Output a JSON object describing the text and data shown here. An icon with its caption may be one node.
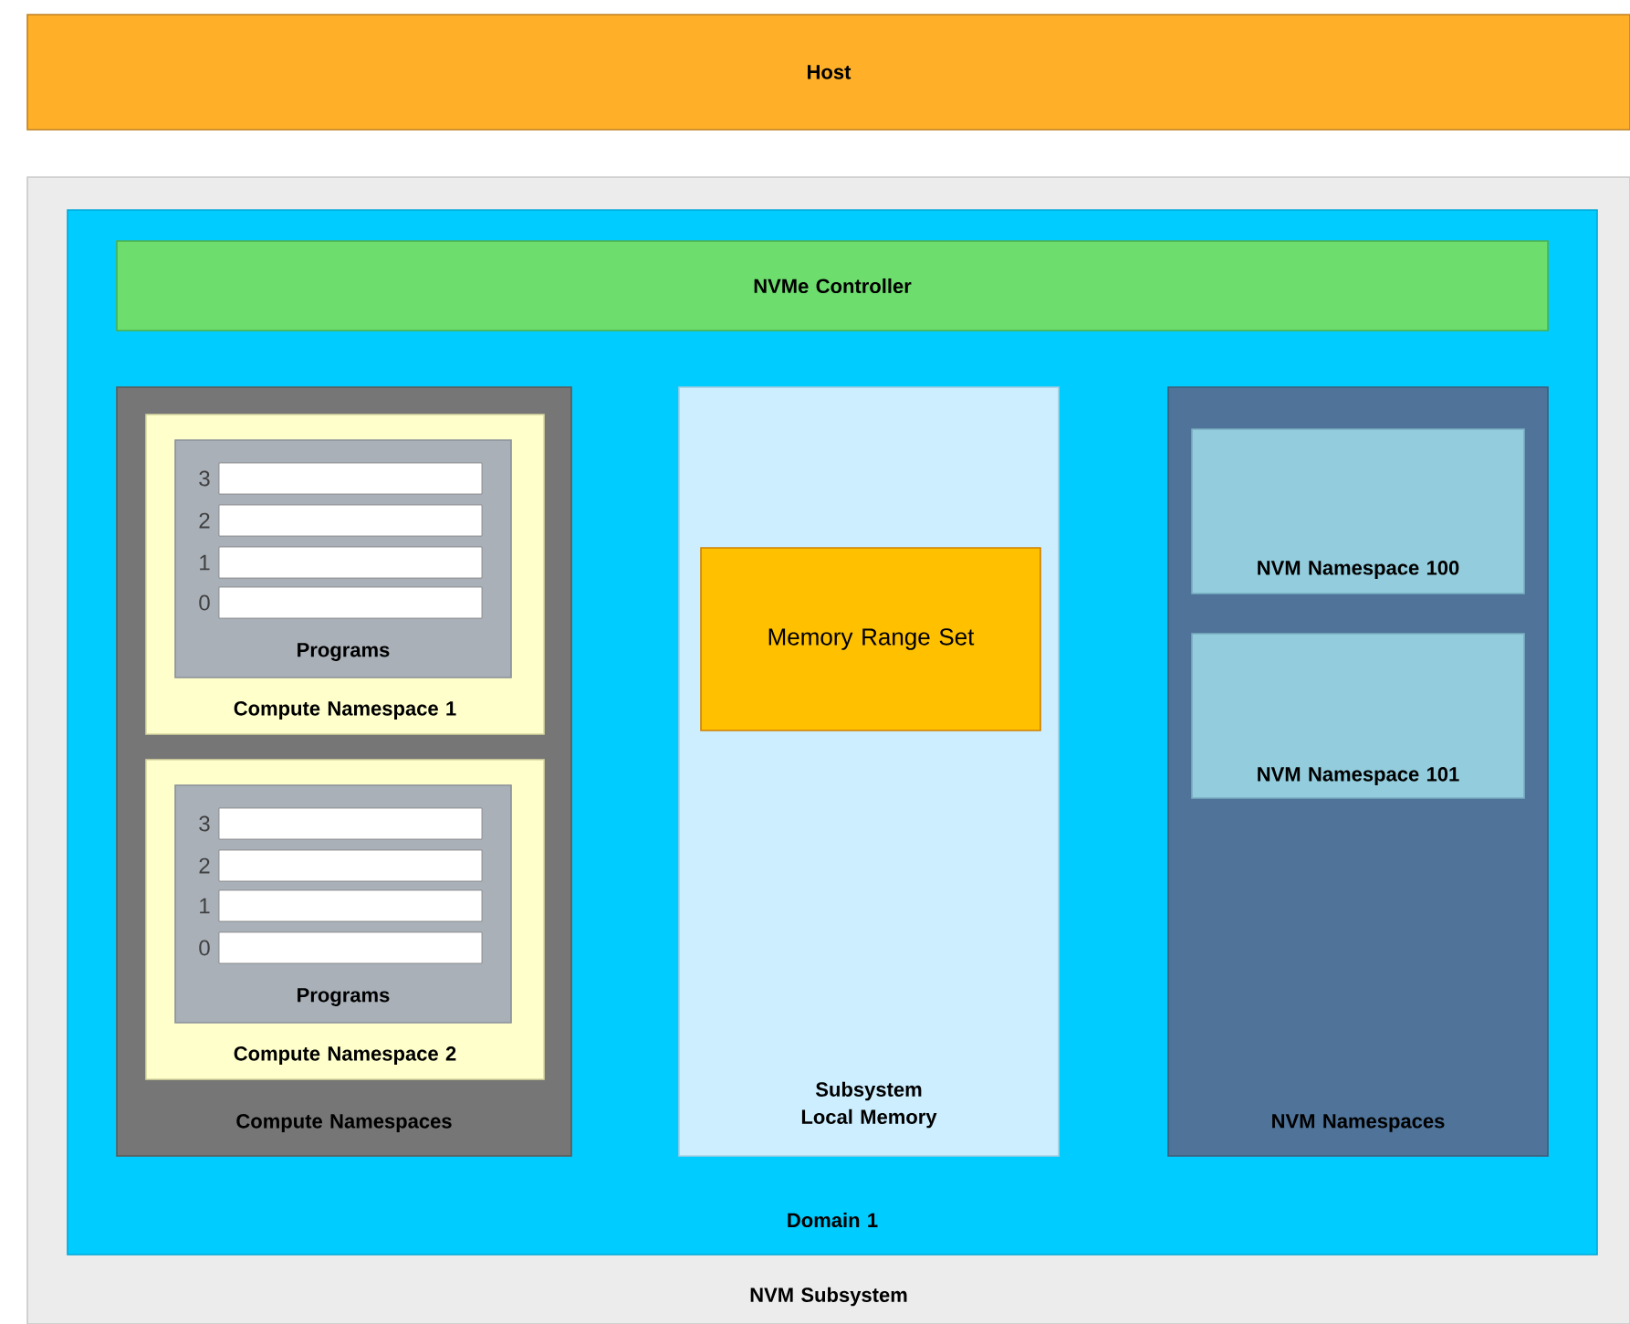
{
  "diagram": {
    "nodes": [
      {
        "text": [
          "Host"
        ]
      },
      {
        "text": [
          "NVM Subsystem"
        ]
      },
      {
        "text": [
          "Domain 1"
        ],
        "in": 1
      },
      {
        "text": [
          "NVMe Controller"
        ],
        "in": 2
      },
      {
        "text": [
          "Compute Namespaces"
        ],
        "in": 2
      },
      {
        "text": [
          "Compute Namespace 1"
        ],
        "in": 4
      },
      {
        "text": [
          "Programs"
        ],
        "in": 5
      },
      {
        "text": [],
        "shape": "box",
        "in": 6,
        "beside": [
          "3"
        ]
      },
      {
        "text": [],
        "shape": "box",
        "in": 6,
        "beside": [
          "2"
        ]
      },
      {
        "text": [],
        "shape": "box",
        "in": 6,
        "beside": [
          "1"
        ]
      },
      {
        "text": [],
        "shape": "box",
        "in": 6,
        "beside": [
          "0"
        ]
      },
      {
        "text": [
          "Compute Namespace 2"
        ],
        "in": 4
      },
      {
        "text": [
          "Programs"
        ],
        "in": 11
      },
      {
        "text": [],
        "shape": "box",
        "in": 12,
        "beside": [
          "3"
        ]
      },
      {
        "text": [],
        "shape": "box",
        "in": 12,
        "beside": [
          "2"
        ]
      },
      {
        "text": [],
        "shape": "box",
        "in": 12,
        "beside": [
          "1"
        ]
      },
      {
        "text": [],
        "shape": "box",
        "in": 12,
        "beside": [
          "0"
        ]
      },
      {
        "text": [
          "Subsystem Local Memory"
        ],
        "in": 2
      },
      {
        "text": [
          "Memory Range Set"
        ],
        "in": 17
      },
      {
        "text": [
          "NVM Namespaces"
        ],
        "in": 2
      },
      {
        "text": [
          "NVM Namespace 100"
        ],
        "in": 19
      },
      {
        "text": [
          "NVM Namespace 101"
        ],
        "in": 19
      }
    ]
  }
}
